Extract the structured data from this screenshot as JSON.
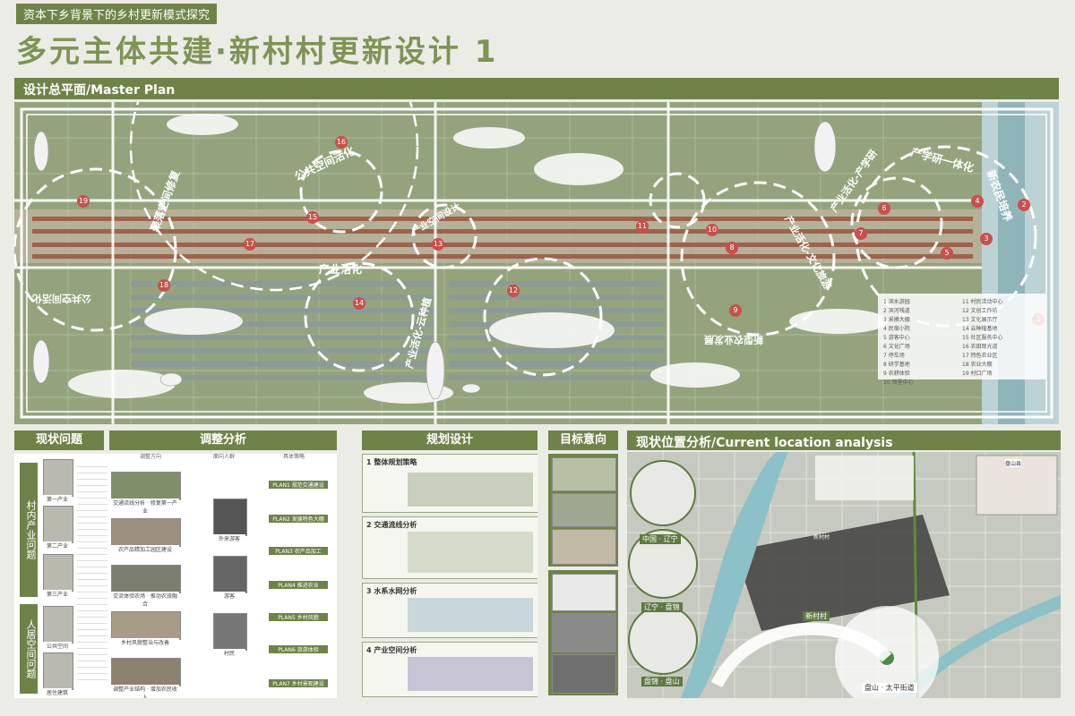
{
  "header": {
    "tag": "资本下乡背景下的乡村更新模式探究",
    "title": "多元主体共建·新村村更新设计 1"
  },
  "master_plan": {
    "bar_title": "设计总平面/Master Plan",
    "ring_labels": [
      "聚落空间修复",
      "公共空间活化",
      "产业活化-产学研",
      "产业活化",
      "产业活化-云种植",
      "产业空间设计",
      "产业活化-文化旅游",
      "产学研一体化",
      "新农民培养",
      "新型农业发展",
      "公共空间活化"
    ],
    "markers": [
      "1",
      "2",
      "3",
      "4",
      "5",
      "6",
      "7",
      "8",
      "9",
      "10",
      "11",
      "12",
      "13",
      "14",
      "15",
      "16",
      "17",
      "18",
      "19"
    ],
    "legend": [
      "1 滨水游园",
      "11 村民活动中心",
      "2 滨河栈道",
      "12 文创工作坊",
      "3 采摘大棚",
      "13 文化展示厅",
      "4 民宿小院",
      "14 云种植基地",
      "5 游客中心",
      "15 社区服务中心",
      "6 文化广场",
      "16 农田观光道",
      "7 停车场",
      "17 特色农业区",
      "8 研学基地",
      "18 农业大棚",
      "9 农耕体验",
      "19 村口广场",
      "10 邻里中心",
      ""
    ]
  },
  "status": {
    "title": "现状问题",
    "group1": "村内产业问题",
    "group2": "人居空间问题",
    "captions": [
      "第一产业",
      "第二产业",
      "第三产业",
      "公共空间",
      "居住建筑"
    ]
  },
  "adjust": {
    "title": "调整分析",
    "col_headers": [
      "调整方向",
      "面向人群",
      "具体策略"
    ],
    "captions": [
      "交通流线分析 · 修复第一产业",
      "农产品精加工园区建设",
      "交流体验农场 · 推动农旅融合",
      "乡村风貌整治与改善",
      "调整产业结构 · 增加农民收入"
    ],
    "people": [
      "外来游客",
      "游客",
      "村民"
    ],
    "plans": [
      "PLAN1 规范交通建设",
      "PLAN2 发展特色大棚",
      "PLAN3 农产品加工",
      "PLAN4 推进农业",
      "PLAN5 乡村风貌",
      "PLAN6 旅游体验",
      "PLAN7 乡村景观建设"
    ]
  },
  "planning": {
    "title": "规划设计",
    "items": [
      "1 整体规划策略",
      "2 交通流线分析",
      "3 水系水网分析",
      "4 产业空间分析"
    ]
  },
  "target": {
    "title": "目标意向"
  },
  "location": {
    "title": "现状位置分析/Current location analysis",
    "labels": [
      "中国 · 辽宁",
      "辽宁 · 盘锦",
      "盘锦 · 盘山",
      "新村村",
      "盘山 · 太平街道"
    ],
    "note1": "新村村",
    "note2": "盘山县"
  }
}
